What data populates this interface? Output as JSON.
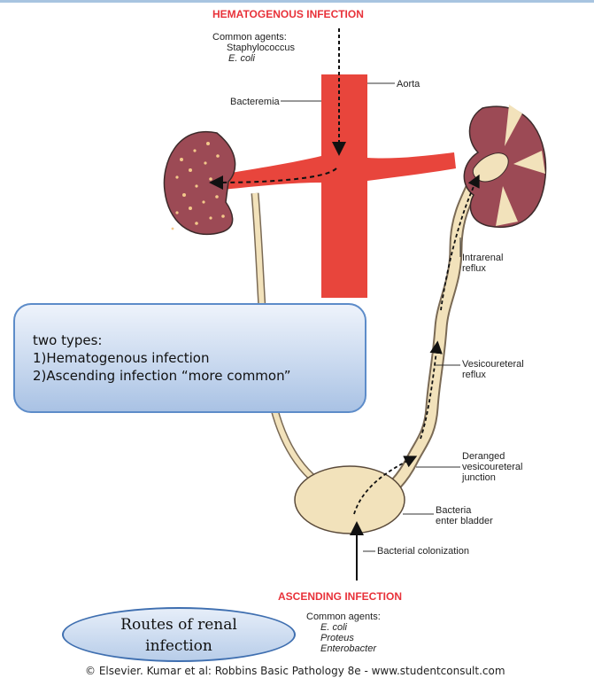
{
  "titles": {
    "hematogenous": "HEMATOGENOUS INFECTION",
    "ascending": "ASCENDING INFECTION"
  },
  "hematogenous_agents": {
    "heading": "Common agents:",
    "items": [
      "Staphylococcus",
      "E. coli"
    ]
  },
  "ascending_agents": {
    "heading": "Common agents:",
    "items": [
      "E. coli",
      "Proteus",
      "Enterobacter"
    ]
  },
  "labels": {
    "aorta": "Aorta",
    "bacteremia": "Bacteremia",
    "intrarenal_reflux": [
      "Intrarenal",
      "reflux"
    ],
    "vesicoureteral_reflux": [
      "Vesicoureteral",
      "reflux"
    ],
    "deranged_junction": [
      "Deranged",
      "vesicoureteral",
      "junction"
    ],
    "bacteria_bladder": [
      "Bacteria",
      "enter bladder"
    ],
    "bacterial_colonization": "Bacterial colonization"
  },
  "callout": {
    "lines": [
      "two types:",
      "1)Hematogenous infection",
      "2)Ascending infection “more common”"
    ]
  },
  "oval": {
    "lines": [
      "Routes of renal",
      "infection"
    ]
  },
  "footer": "© Elsevier. Kumar et al: Robbins Basic Pathology 8e - www.studentconsult.com",
  "colors": {
    "vessel": "#e8453c",
    "kidney": "#9c4a55",
    "ureter": "#f2e2bb",
    "title_red": "#e8323a",
    "callout_border": "#5d8cc9"
  }
}
